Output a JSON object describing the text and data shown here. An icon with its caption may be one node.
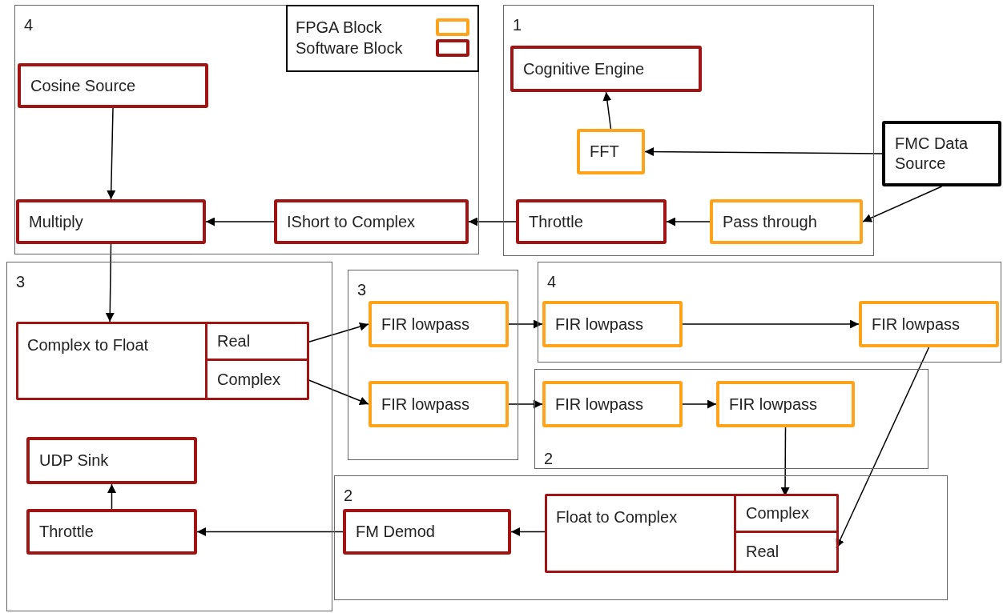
{
  "diagram": {
    "nodes": [
      {
        "text": [
          "4"
        ]
      },
      {
        "text": [
          "Cosine Source"
        ],
        "in": 0
      },
      {
        "text": [
          "Multiply"
        ],
        "in": 0
      },
      {
        "text": [
          "IShort to Complex"
        ],
        "in": 0
      },
      {
        "text": [
          "1"
        ]
      },
      {
        "text": [
          "Cognitive Engine"
        ],
        "in": 4
      },
      {
        "text": [
          "FFT"
        ],
        "in": 4
      },
      {
        "text": [
          "Throttle"
        ],
        "in": 4
      },
      {
        "text": [
          "Pass through"
        ],
        "in": 4
      },
      {
        "text": [
          "FMC Data Source"
        ]
      },
      {
        "text": [
          "3"
        ]
      },
      {
        "text": [
          "Complex to Float"
        ],
        "in": 10
      },
      {
        "text": [
          "Real"
        ],
        "in": 11
      },
      {
        "text": [
          "Complex"
        ],
        "in": 11
      },
      {
        "text": [
          "UDP Sink"
        ],
        "in": 10
      },
      {
        "text": [
          "Throttle"
        ],
        "in": 10
      },
      {
        "text": [
          "3"
        ]
      },
      {
        "text": [
          "FIR lowpass"
        ],
        "in": 16
      },
      {
        "text": [
          "FIR lowpass"
        ],
        "in": 16
      },
      {
        "text": [
          "4"
        ]
      },
      {
        "text": [
          "FIR lowpass"
        ],
        "in": 19
      },
      {
        "text": [
          "FIR lowpass"
        ],
        "in": 19
      },
      {
        "text": [
          "2"
        ]
      },
      {
        "text": [
          "FIR lowpass"
        ],
        "in": 22
      },
      {
        "text": [
          "FIR lowpass"
        ],
        "in": 22
      },
      {
        "text": [
          "2"
        ]
      },
      {
        "text": [
          "FM Demod"
        ],
        "in": 25
      },
      {
        "text": [
          "Float to Complex"
        ],
        "in": 25
      },
      {
        "text": [
          "Complex"
        ],
        "in": 27
      },
      {
        "text": [
          "Real"
        ],
        "in": 27
      }
    ],
    "edges": [
      {
        "from": 1,
        "to": 2,
        "arrow": "to"
      },
      {
        "from": 3,
        "to": 2,
        "arrow": "to"
      },
      {
        "from": 7,
        "to": 3,
        "arrow": "to"
      },
      {
        "from": 8,
        "to": 7,
        "arrow": "to"
      },
      {
        "from": 9,
        "to": 8,
        "arrow": "to"
      },
      {
        "from": 9,
        "to": 6,
        "arrow": "to"
      },
      {
        "from": 6,
        "to": 5,
        "arrow": "to"
      },
      {
        "from": 2,
        "to": 11,
        "arrow": "to"
      },
      {
        "from": 12,
        "to": 17,
        "arrow": "to"
      },
      {
        "from": 13,
        "to": 18,
        "arrow": "to"
      },
      {
        "from": 17,
        "to": 20,
        "arrow": "to"
      },
      {
        "from": 20,
        "to": 21,
        "arrow": "to"
      },
      {
        "from": 18,
        "to": 23,
        "arrow": "to"
      },
      {
        "from": 23,
        "to": 24,
        "arrow": "to"
      },
      {
        "from": 24,
        "to": 28,
        "arrow": "to"
      },
      {
        "from": 21,
        "to": 29,
        "arrow": "to"
      },
      {
        "from": 27,
        "to": 26,
        "arrow": "to"
      },
      {
        "from": 26,
        "to": 15,
        "arrow": "to"
      },
      {
        "from": 15,
        "to": 14,
        "arrow": "to"
      }
    ],
    "legend": [
      {
        "text": "FPGA Block",
        "color": "#ffa31a"
      },
      {
        "text": "Software Block",
        "color": "#a01414"
      }
    ]
  }
}
